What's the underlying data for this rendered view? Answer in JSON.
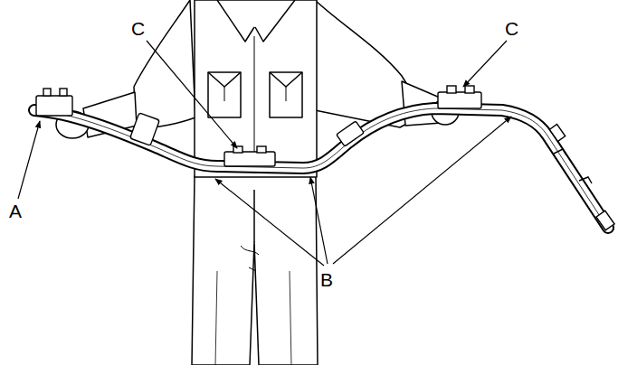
{
  "diagram": {
    "labels": [
      "C",
      "C",
      "A",
      "B"
    ]
  }
}
